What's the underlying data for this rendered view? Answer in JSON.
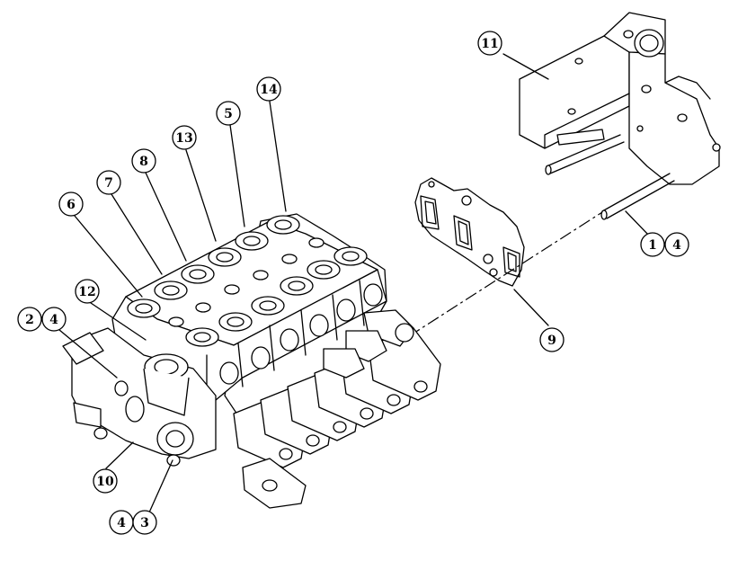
{
  "callouts": [
    {
      "id": "c11",
      "label": "11"
    },
    {
      "id": "c14",
      "label": "14"
    },
    {
      "id": "c5",
      "label": "5"
    },
    {
      "id": "c13",
      "label": "13"
    },
    {
      "id": "c8",
      "label": "8"
    },
    {
      "id": "c7",
      "label": "7"
    },
    {
      "id": "c6",
      "label": "6"
    },
    {
      "id": "c12",
      "label": "12"
    },
    {
      "id": "c2",
      "label": "2"
    },
    {
      "id": "c4a",
      "label": "4"
    },
    {
      "id": "c1",
      "label": "1"
    },
    {
      "id": "c4b",
      "label": "4"
    },
    {
      "id": "c9",
      "label": "9"
    },
    {
      "id": "c10",
      "label": "10"
    },
    {
      "id": "c4c",
      "label": "4"
    },
    {
      "id": "c3",
      "label": "3"
    }
  ]
}
